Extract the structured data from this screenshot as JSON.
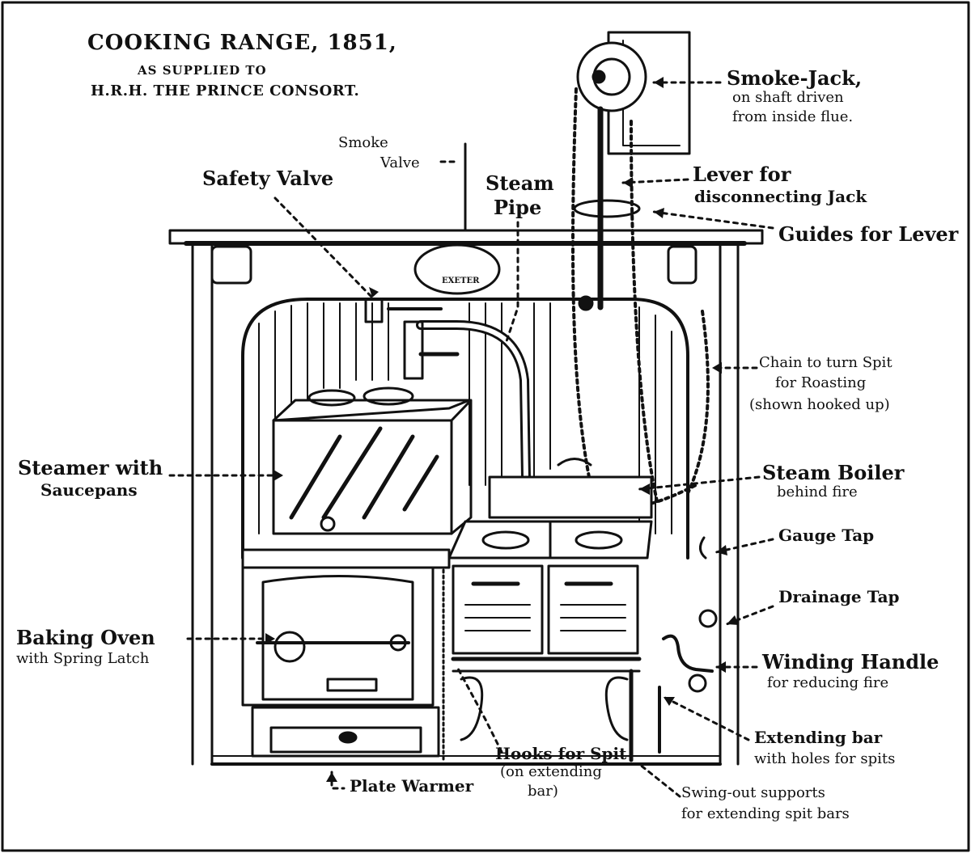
{
  "title": {
    "line1": "COOKING RANGE, 1851,",
    "line2": "AS SUPPLIED TO",
    "line3": "H.R.H. THE PRINCE CONSORT."
  },
  "maker_plate": {
    "text": "EXETER"
  },
  "labels": {
    "smoke_jack": {
      "title": "Smoke-Jack,",
      "line1": "on shaft driven",
      "line2": "from inside flue."
    },
    "smoke_valve": {
      "line1": "Smoke",
      "line2": "Valve"
    },
    "safety_valve": "Safety Valve",
    "steam_pipe": {
      "line1": "Steam",
      "line2": "Pipe"
    },
    "lever": {
      "line1": "Lever for",
      "line2": "disconnecting Jack"
    },
    "guides": "Guides for Lever",
    "chain": {
      "line1": "Chain to turn Spit",
      "line2": "for Roasting",
      "line3": "(shown hooked up)"
    },
    "steamer": {
      "line1": "Steamer with",
      "line2": "Saucepans"
    },
    "steam_boiler": {
      "line1": "Steam Boiler",
      "line2": "behind fire"
    },
    "gauge_tap": "Gauge Tap",
    "drainage_tap": "Drainage Tap",
    "baking_oven": {
      "line1": "Baking Oven",
      "line2": "with Spring Latch"
    },
    "winding_handle": {
      "line1": "Winding Handle",
      "line2": "for reducing fire"
    },
    "extending_bar": {
      "line1": "Extending bar",
      "line2": "with holes for spits"
    },
    "hooks": {
      "line1": "Hooks for Spit",
      "line2": "(on extending",
      "line3": "bar)"
    },
    "plate_warmer": "Plate Warmer",
    "swing_out": {
      "line1": "Swing-out supports",
      "line2": "for extending spit bars"
    }
  }
}
